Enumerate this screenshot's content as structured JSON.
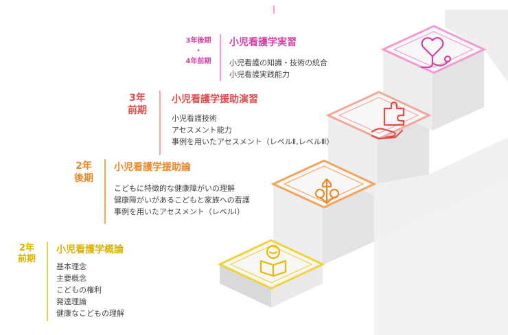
{
  "colors": {
    "yellow": "#f2d23a",
    "orange": "#f0a55a",
    "salmon": "#f3a79b",
    "pink": "#ee9bd6",
    "term_yellow": "#d9b200",
    "term_orange": "#e8892b",
    "term_red": "#e24b4b",
    "term_pink": "#d63fa6",
    "title_yellow": "#d9b200",
    "title_orange": "#e8892b",
    "title_red": "#e24b4b",
    "title_pink": "#d63fa6"
  },
  "icons": [
    "reading-child-icon",
    "sprout-icon",
    "hand-puzzle-icon",
    "heart-stethoscope-icon"
  ],
  "steps": [
    {
      "term_line1": "2年",
      "term_line2": "前期",
      "title": "小児看護学概論",
      "items": [
        "基本理念",
        "主要概念",
        "こどもの権利",
        "発達理論",
        "健康なこどもの理解"
      ]
    },
    {
      "term_line1": "2年",
      "term_line2": "後期",
      "title": "小児看護学援助論",
      "items": [
        "こどもに特徴的な健康障がいの理解",
        "健康障がいがあるこどもと家族への看護",
        "事例を用いたアセスメント（レベルⅠ）"
      ]
    },
    {
      "term_line1": "3年",
      "term_line2": "前期",
      "title": "小児看護学援助演習",
      "items": [
        "小児看護技術",
        "アセスメント能力",
        "事例を用いたアセスメント（レベルⅡ,レベルⅢ）"
      ]
    },
    {
      "term_line1": "3年後期",
      "term_sep": "・",
      "term_line2": "4年前期",
      "title": "小児看護学実習",
      "items": [
        "小児看護の知識・技術の統合",
        "小児看護実践能力"
      ]
    }
  ]
}
